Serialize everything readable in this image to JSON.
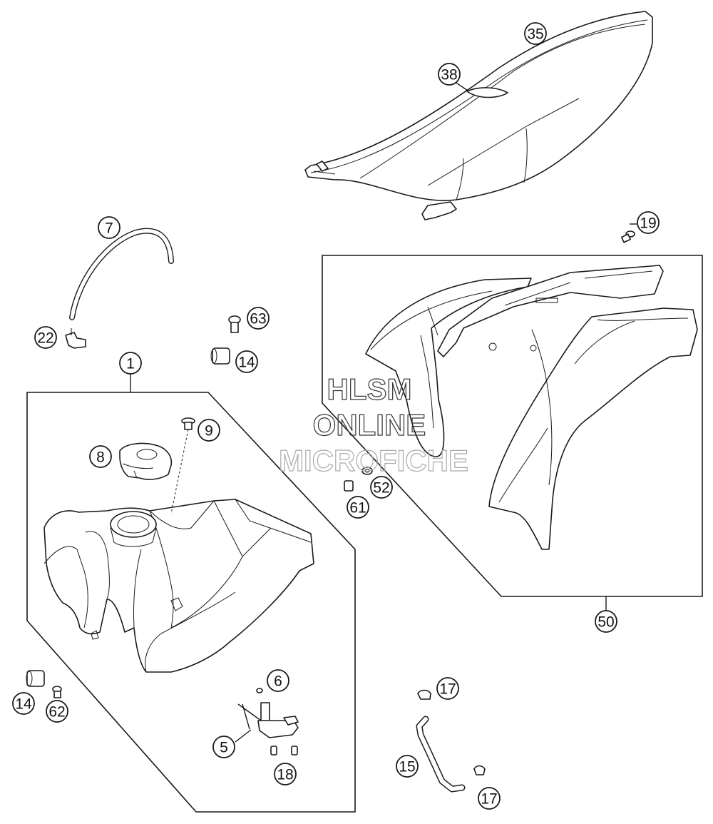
{
  "callouts": {
    "c1": "1",
    "c5": "5",
    "c6": "6",
    "c7": "7",
    "c8": "8",
    "c9": "9",
    "c14a": "14",
    "c14b": "14",
    "c15": "15",
    "c17a": "17",
    "c17b": "17",
    "c18": "18",
    "c19": "19",
    "c22": "22",
    "c35": "35",
    "c38": "38",
    "c50": "50",
    "c52": "52",
    "c61": "61",
    "c62": "62",
    "c63": "63"
  },
  "watermark": {
    "line1": "HLSM",
    "line2": "ONLINE",
    "line3": "MICROFICHE"
  }
}
